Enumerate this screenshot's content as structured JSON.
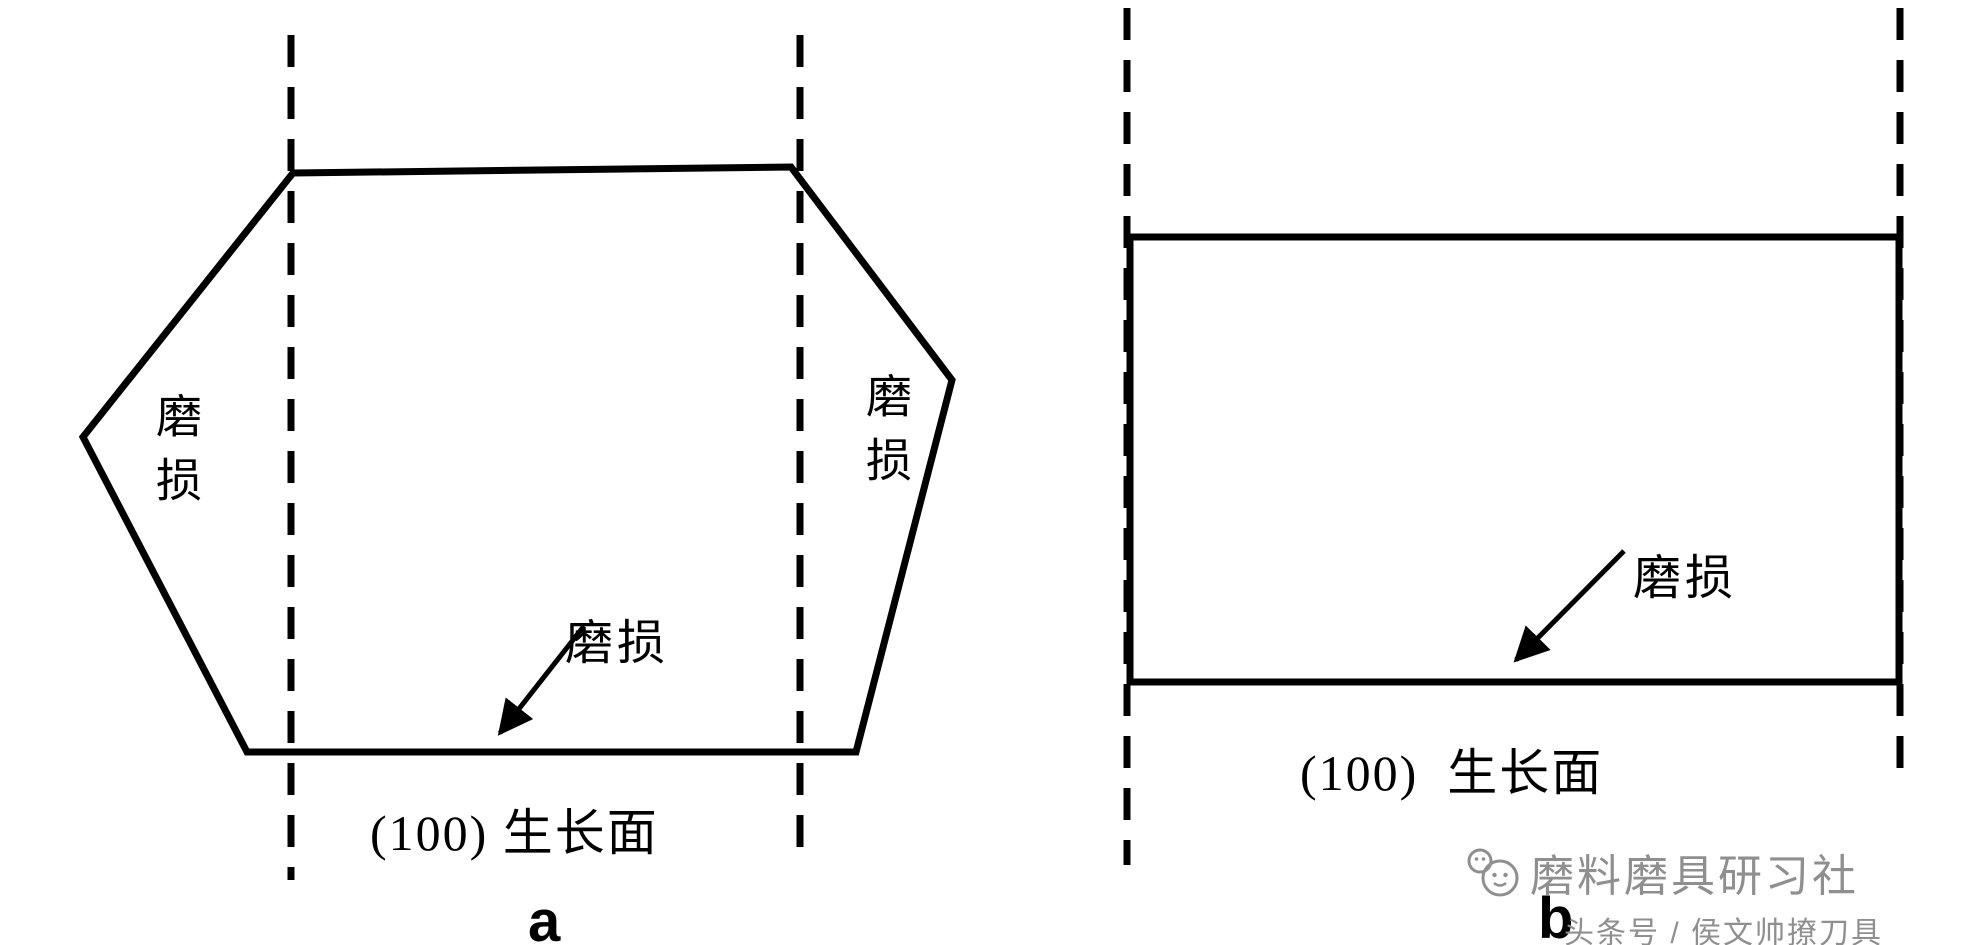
{
  "colors": {
    "line": "#000000",
    "watermark": "#8f8f8f",
    "background": "#ffffff"
  },
  "panel_a": {
    "wear_label_left": "磨损",
    "wear_label_right": "磨损",
    "wear_label_bottom": "磨损",
    "growth_face_label": "(100) 生长面",
    "panel_letter": "a"
  },
  "panel_b": {
    "wear_label": "磨损",
    "growth_face_label": "(100)  生长面",
    "panel_letter": "b"
  },
  "watermark": {
    "brand": "磨料磨具研习社",
    "byline": "头条号 / 侯文帅撩刀具"
  }
}
